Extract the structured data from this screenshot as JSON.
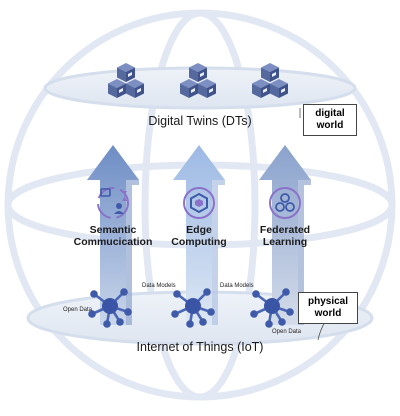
{
  "layers": {
    "top_title": "Digital Twins (DTs)",
    "bottom_title": "Internet of Things (IoT)"
  },
  "boxes": {
    "digital": [
      "digital",
      "world"
    ],
    "physical": [
      "physical",
      "world"
    ]
  },
  "technologies": [
    {
      "line1": "Semantic",
      "line2": "Commucication",
      "icon": "semantic-communication-icon"
    },
    {
      "line1": "Edge",
      "line2": "Computing",
      "icon": "edge-computing-icon"
    },
    {
      "line1": "Federated",
      "line2": "Learning",
      "icon": "federated-learning-icon"
    }
  ],
  "data_labels": {
    "data_models_1": "Data Models",
    "data_models_2": "Data Models",
    "open_data_1": "Open Data",
    "open_data_2": "Open Data"
  },
  "colors": {
    "sphere": "#e3e9f4",
    "cube": "#5a6ea8",
    "cube_dark": "#3e4f86",
    "arrow_left": "#6d8fc6",
    "arrow_mid": "#a9c3e8",
    "arrow_right": "#8ea6cf",
    "node": "#3f5aa8",
    "node_link": "#4a66b5",
    "purple": "#8a72c9"
  }
}
